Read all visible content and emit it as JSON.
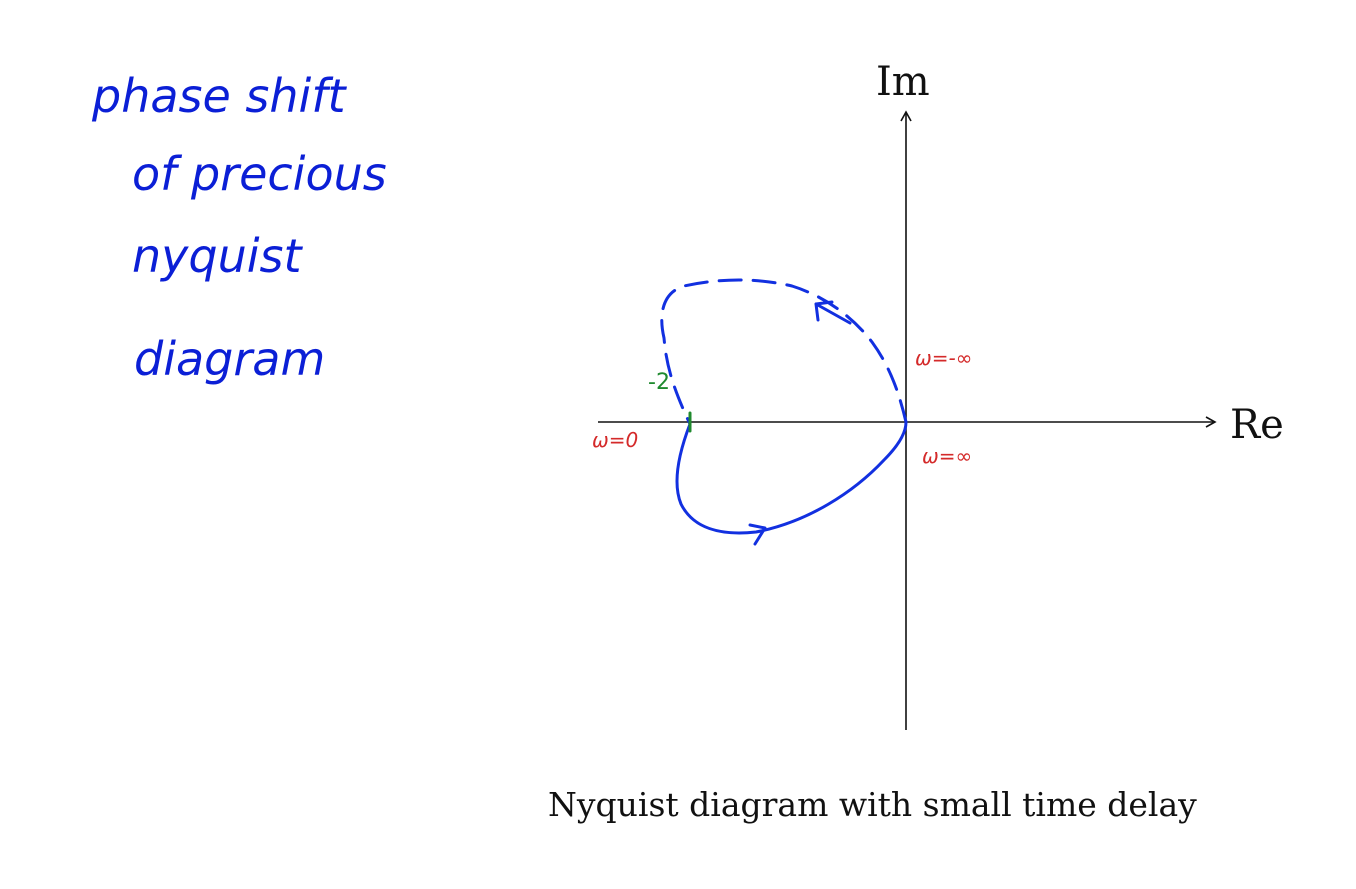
{
  "handwritten_note": {
    "lines": [
      "phase shift",
      "of precious",
      "nyquist",
      "diagram"
    ],
    "color": "#0b1fd6"
  },
  "axes": {
    "x_label": "Re",
    "y_label": "Im",
    "color": "#111111"
  },
  "annotations": {
    "omega_zero": "ω=0",
    "omega_neg_inf": "ω=-∞",
    "omega_pos_inf": "ω=∞",
    "point_value": "-2",
    "omega_color": "#d42a2a",
    "point_color": "#1f8a2e"
  },
  "curves": {
    "color": "#1230e0",
    "solid": "positive frequency branch",
    "dashed": "negative frequency branch"
  },
  "caption": "Nyquist diagram with small time delay"
}
